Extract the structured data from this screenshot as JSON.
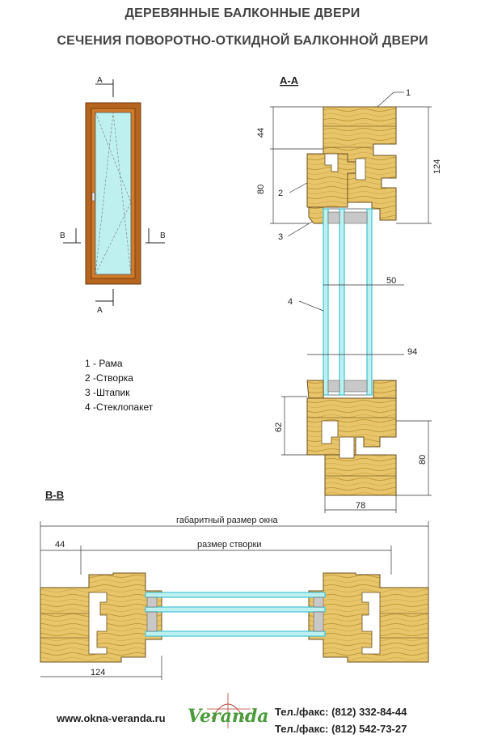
{
  "header": {
    "line1": "ДЕРЕВЯННЫЕ БАЛКОННЫЕ ДВЕРИ",
    "line2": "СЕЧЕНИЯ  ПОВОРОТНО-ОТКИДНОЙ БАЛКОННОЙ ДВЕРИ"
  },
  "section_labels": {
    "aa_title": "А-А",
    "bb_title": "В-В",
    "a_mark": "А",
    "b_mark": "В"
  },
  "legend": [
    "1 - Рама",
    "2 -Створка",
    "3 -Штапик",
    "4 -Стеклопакет"
  ],
  "callouts": [
    "1",
    "2",
    "3",
    "4"
  ],
  "dimensions": {
    "aa_44": "44",
    "aa_80_left": "80",
    "aa_124": "124",
    "aa_50": "50",
    "aa_94": "94",
    "aa_62": "62",
    "aa_80_right": "80",
    "aa_78": "78",
    "bb_overall": "габаритный размер окна",
    "bb_sash": "размер створки",
    "bb_44": "44",
    "bb_124": "124"
  },
  "footer": {
    "url": "www.okna-veranda.ru",
    "logo": "Veranda",
    "phone1": "Тел./факс: (812) 332-84-44",
    "phone2": "Тел./факс: (812) 542-73-27"
  },
  "colors": {
    "wood": "#e8c56a",
    "wood_dark": "#b8912e",
    "frame_door": "#b5651d",
    "glass": "#bff0f0",
    "glass_edge": "#3fc4d4",
    "spacer": "#c8c8c8",
    "logo_green": "#4a9b3a"
  }
}
